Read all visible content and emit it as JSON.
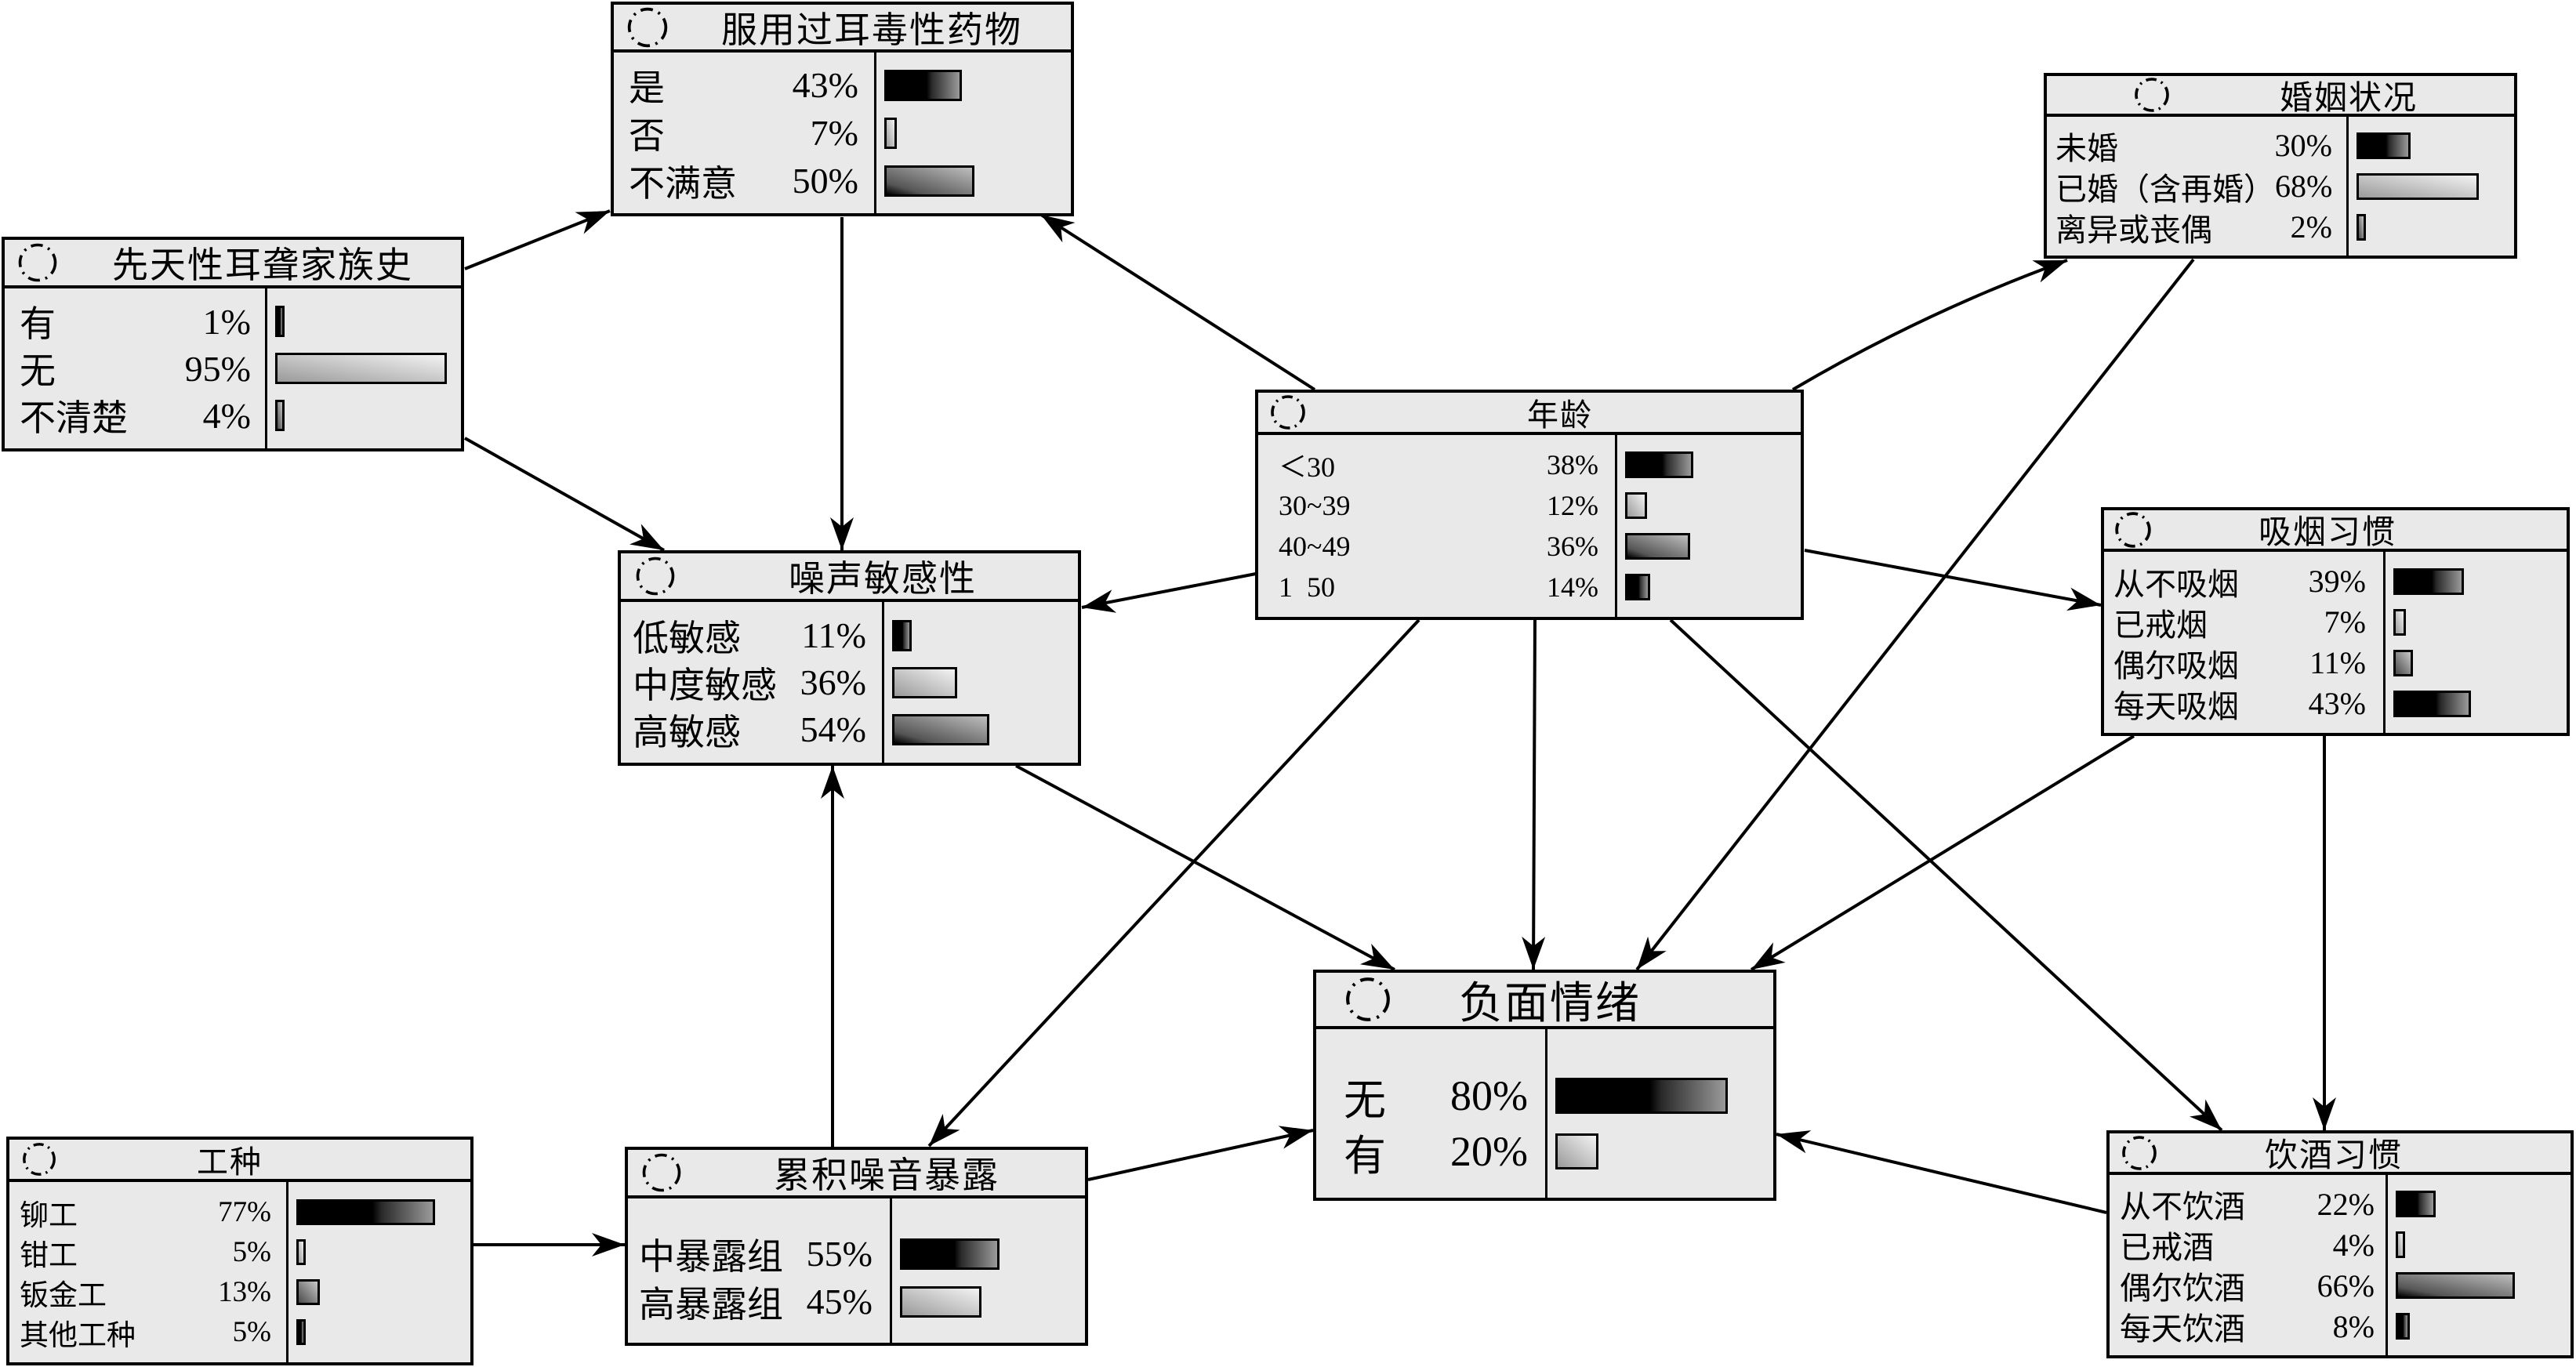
{
  "nodes": {
    "ototoxic_drug": {
      "title": "服用过耳毒性药物",
      "states": [
        {
          "label": "是",
          "percent": "43%",
          "value": 43,
          "shade": "dark"
        },
        {
          "label": "否",
          "percent": "7%",
          "value": 7,
          "shade": "light"
        },
        {
          "label": "不满意",
          "percent": "50%",
          "value": 50,
          "shade": "mid"
        }
      ]
    },
    "family_history": {
      "title": "先天性耳聋家族史",
      "states": [
        {
          "label": "有",
          "percent": "1%",
          "value": 1,
          "shade": "dark"
        },
        {
          "label": "无",
          "percent": "95%",
          "value": 95,
          "shade": "light"
        },
        {
          "label": "不清楚",
          "percent": "4%",
          "value": 4,
          "shade": "gray"
        }
      ]
    },
    "marital_status": {
      "title": "婚姻状况",
      "states": [
        {
          "label": "未婚",
          "percent": "30%",
          "value": 30,
          "shade": "dark"
        },
        {
          "label": "已婚（含再婚）",
          "percent": "68%",
          "value": 68,
          "shade": "light"
        },
        {
          "label": "离异或丧偶",
          "percent": "2%",
          "value": 2,
          "shade": "gray"
        }
      ]
    },
    "age": {
      "title": "年龄",
      "states": [
        {
          "label": "＜30",
          "percent": "38%",
          "value": 38,
          "shade": "dark"
        },
        {
          "label": "30~39",
          "percent": "12%",
          "value": 12,
          "shade": "light"
        },
        {
          "label": "40~49",
          "percent": "36%",
          "value": 36,
          "shade": "mid"
        },
        {
          "label": "1  50",
          "percent": "14%",
          "value": 14,
          "shade": "dark"
        }
      ]
    },
    "noise_sensitivity": {
      "title": "噪声敏感性",
      "states": [
        {
          "label": "低敏感",
          "percent": "11%",
          "value": 11,
          "shade": "dark"
        },
        {
          "label": "中度敏感",
          "percent": "36%",
          "value": 36,
          "shade": "light"
        },
        {
          "label": "高敏感",
          "percent": "54%",
          "value": 54,
          "shade": "mid"
        }
      ]
    },
    "smoking": {
      "title": "吸烟习惯",
      "states": [
        {
          "label": "从不吸烟",
          "percent": "39%",
          "value": 39,
          "shade": "dark"
        },
        {
          "label": "已戒烟",
          "percent": "7%",
          "value": 7,
          "shade": "light"
        },
        {
          "label": "偶尔吸烟",
          "percent": "11%",
          "value": 11,
          "shade": "gray"
        },
        {
          "label": "每天吸烟",
          "percent": "43%",
          "value": 43,
          "shade": "dark"
        }
      ]
    },
    "negative_emotion": {
      "title": "负面情绪",
      "states": [
        {
          "label": "无",
          "percent": "80%",
          "value": 80,
          "shade": "dark"
        },
        {
          "label": "有",
          "percent": "20%",
          "value": 20,
          "shade": "light"
        }
      ]
    },
    "job_type": {
      "title": "工种",
      "states": [
        {
          "label": "铆工",
          "percent": "77%",
          "value": 77,
          "shade": "dark"
        },
        {
          "label": "钳工",
          "percent": "5%",
          "value": 5,
          "shade": "light"
        },
        {
          "label": "钣金工",
          "percent": "13%",
          "value": 13,
          "shade": "gray"
        },
        {
          "label": "其他工种",
          "percent": "5%",
          "value": 5,
          "shade": "dark"
        }
      ]
    },
    "cumulative_noise": {
      "title": "累积噪音暴露",
      "states": [
        {
          "label": "中暴露组",
          "percent": "55%",
          "value": 55,
          "shade": "dark"
        },
        {
          "label": "高暴露组",
          "percent": "45%",
          "value": 45,
          "shade": "light"
        }
      ]
    },
    "drinking": {
      "title": "饮酒习惯",
      "states": [
        {
          "label": "从不饮酒",
          "percent": "22%",
          "value": 22,
          "shade": "dark"
        },
        {
          "label": "已戒酒",
          "percent": "4%",
          "value": 4,
          "shade": "light"
        },
        {
          "label": "偶尔饮酒",
          "percent": "66%",
          "value": 66,
          "shade": "mid"
        },
        {
          "label": "每天饮酒",
          "percent": "8%",
          "value": 8,
          "shade": "dark"
        }
      ]
    }
  },
  "edges": [
    {
      "from": "先天性耳聋家族史",
      "to": "服用过耳毒性药物"
    },
    {
      "from": "先天性耳聋家族史",
      "to": "噪声敏感性"
    },
    {
      "from": "服用过耳毒性药物",
      "to": "噪声敏感性"
    },
    {
      "from": "年龄",
      "to": "服用过耳毒性药物"
    },
    {
      "from": "年龄",
      "to": "婚姻状况"
    },
    {
      "from": "年龄",
      "to": "噪声敏感性"
    },
    {
      "from": "年龄",
      "to": "吸烟习惯"
    },
    {
      "from": "年龄",
      "to": "累积噪音暴露"
    },
    {
      "from": "年龄",
      "to": "负面情绪"
    },
    {
      "from": "年龄",
      "to": "饮酒习惯"
    },
    {
      "from": "婚姻状况",
      "to": "负面情绪"
    },
    {
      "from": "吸烟习惯",
      "to": "负面情绪"
    },
    {
      "from": "吸烟习惯",
      "to": "饮酒习惯"
    },
    {
      "from": "噪声敏感性",
      "to": "负面情绪"
    },
    {
      "from": "累积噪音暴露",
      "to": "噪声敏感性"
    },
    {
      "from": "累积噪音暴露",
      "to": "负面情绪"
    },
    {
      "from": "工种",
      "to": "累积噪音暴露"
    },
    {
      "from": "饮酒习惯",
      "to": "负面情绪"
    }
  ]
}
